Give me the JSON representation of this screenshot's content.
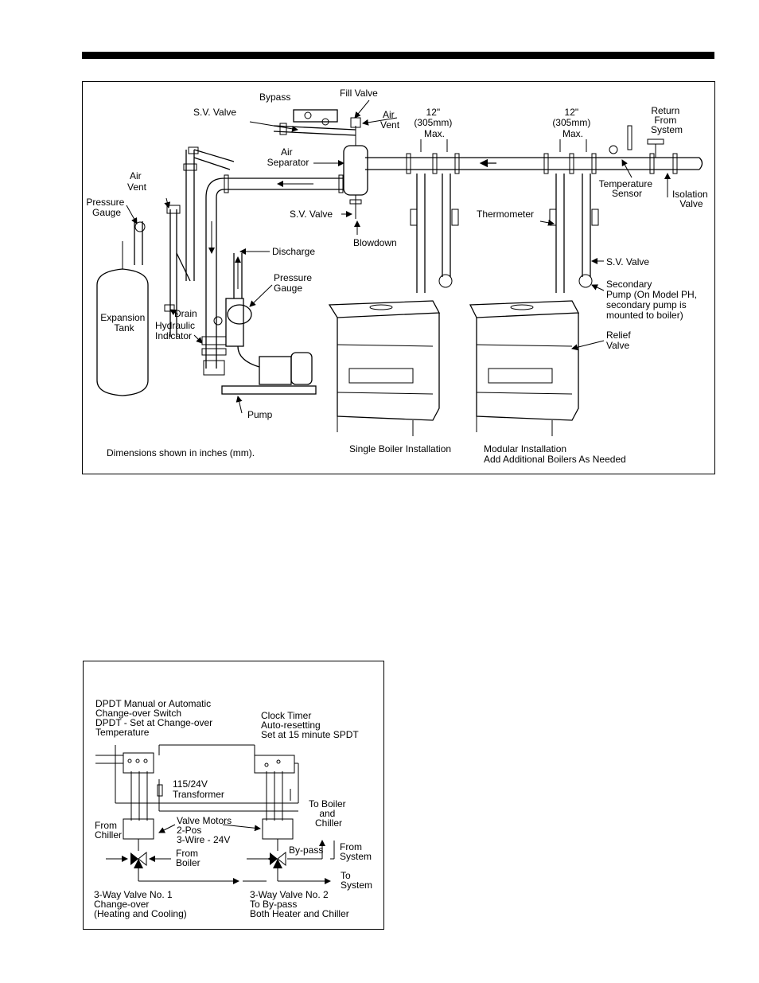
{
  "figure1": {
    "labels": {
      "bypass": "Bypass",
      "fill_valve": "Fill Valve",
      "sv_valve_top": "S.V. Valve",
      "air_vent_top": [
        "Air",
        "Vent"
      ],
      "dim1": [
        "12\"",
        "(305mm)",
        "Max."
      ],
      "dim2": [
        "12\"",
        "(305mm)",
        "Max."
      ],
      "return": [
        "Return",
        "From",
        "System"
      ],
      "air_separator": [
        "Air",
        "Separator"
      ],
      "air_vent_left": [
        "Air",
        "Vent"
      ],
      "pressure_gauge_left": [
        "Pressure",
        "Gauge"
      ],
      "temperature_sensor": [
        "Temperature",
        "Sensor"
      ],
      "isolation_valve": [
        "Isolation",
        "Valve"
      ],
      "sv_valve_mid": "S.V. Valve",
      "thermometer": "Thermometer",
      "blowdown": "Blowdown",
      "discharge": "Discharge",
      "sv_valve_right": "S.V. Valve",
      "pressure_gauge_mid": [
        "Pressure",
        "Gauge"
      ],
      "secondary_pump": [
        "Secondary",
        "Pump (On Model PH,",
        "secondary pump is",
        "mounted to boiler)"
      ],
      "expansion_tank": [
        "Expansion",
        "Tank"
      ],
      "drain": "Drain",
      "hydraulic_indicator": [
        "Hydraulic",
        "Indicator"
      ],
      "relief_valve": [
        "Relief",
        "Valve"
      ],
      "pump": "Pump",
      "dimensions_note": "Dimensions shown in inches (mm).",
      "single_boiler": "Single Boiler Installation",
      "modular": [
        "Modular Installation",
        "Add Additional Boilers As Needed"
      ]
    }
  },
  "figure2": {
    "labels": {
      "dpdt": [
        "DPDT Manual or Automatic",
        "Change-over Switch",
        "DPDT - Set at Change-over",
        "Temperature"
      ],
      "clock_timer": [
        "Clock Timer",
        "Auto-resetting",
        "Set at 15 minute SPDT"
      ],
      "transformer": [
        "115/24V",
        "Transformer"
      ],
      "to_boiler_chiller": [
        "To Boiler",
        "and",
        "Chiller"
      ],
      "from_chiller": [
        "From",
        "Chiller"
      ],
      "valve_motors": [
        "Valve Motors",
        "2-Pos",
        "3-Wire - 24V"
      ],
      "bypass": "By-pass",
      "from_system": [
        "From",
        "System"
      ],
      "from_boiler": [
        "From",
        "Boiler"
      ],
      "to_system": [
        "To",
        "System"
      ],
      "valve1": [
        "3-Way Valve No. 1",
        "Change-over",
        "(Heating and Cooling)"
      ],
      "valve2": [
        "3-Way Valve No. 2",
        "To By-pass",
        "Both Heater and Chiller"
      ]
    }
  }
}
